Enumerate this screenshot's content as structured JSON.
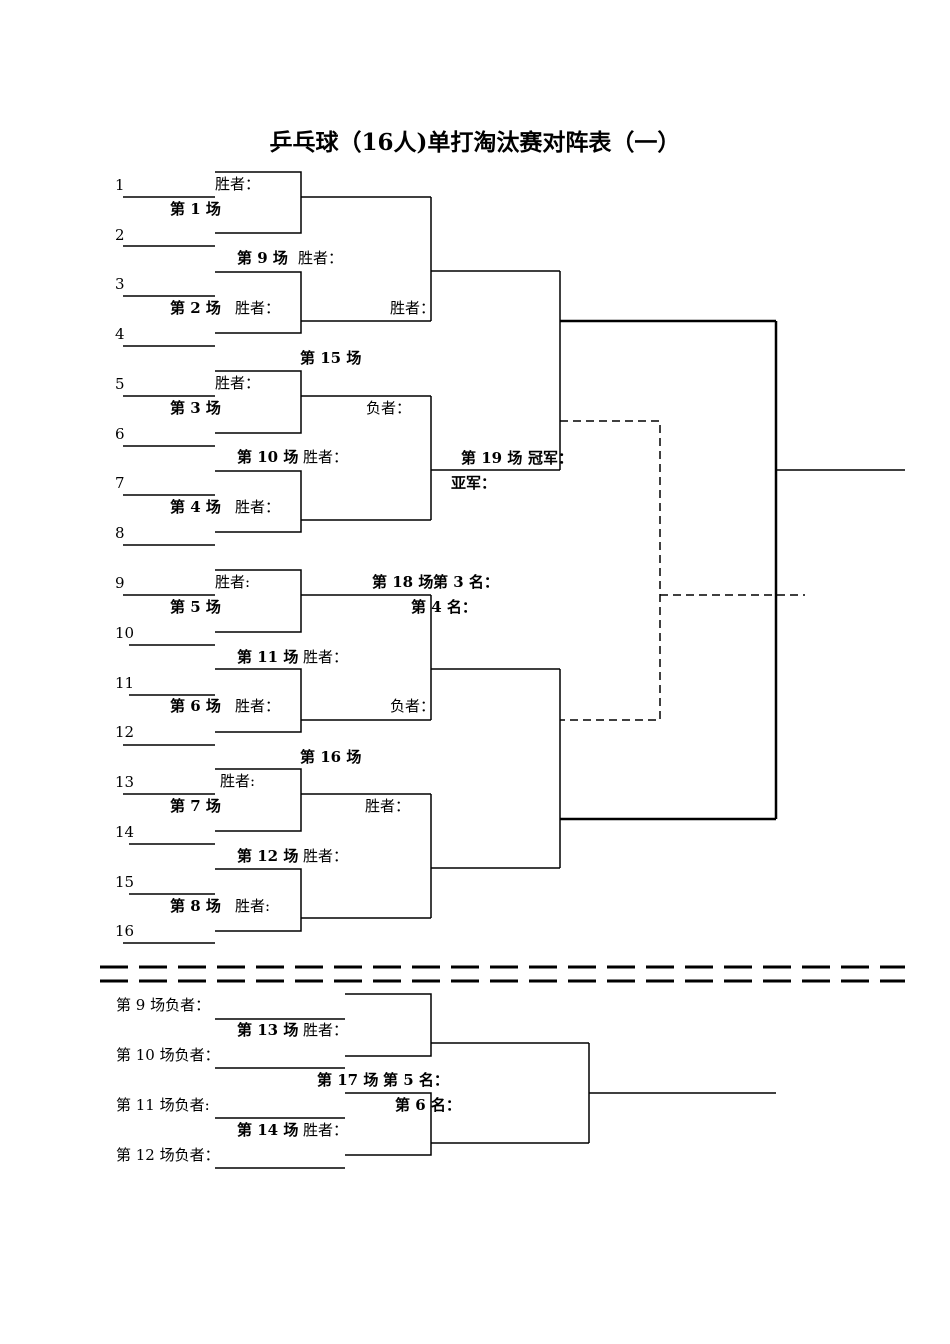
{
  "title": "乒乓球（16人)单打淘汰赛对阵表（一）",
  "players": [
    "1",
    "2",
    "3",
    "4",
    "5",
    "6",
    "7",
    "8",
    "9",
    "10",
    "11",
    "12",
    "13",
    "14",
    "15",
    "16"
  ],
  "matches": {
    "m1": "第 1 场",
    "m2": "第 2 场",
    "m3": "第 3 场",
    "m4": "第 4 场",
    "m5": "第 5 场",
    "m6": "第 6 场",
    "m7": "第 7 场",
    "m8": "第 8 场",
    "m9": "第 9 场",
    "m10": "第 10 场",
    "m11": "第 11 场",
    "m12": "第 12 场",
    "m13": "第 13 场",
    "m14": "第 14 场",
    "m15": "第 15 场",
    "m16": "第 16 场",
    "m17": "第 17 场",
    "m18": "第 18 场",
    "m19": "第 19 场"
  },
  "labels": {
    "winner": "胜者：",
    "winner_colon": "胜者:",
    "loser": "负者：",
    "champion": "冠军：",
    "runner_up": "亚军：",
    "third": "第 3 名：",
    "fourth": "第 4 名：",
    "fifth": "第 5 名：",
    "sixth": "第 6 名："
  },
  "consolation_entries": {
    "m9_loser": "第 9 场负者：",
    "m10_loser": "第 10 场负者：",
    "m11_loser": "第 11 场负者:",
    "m12_loser": "第 12 场负者："
  }
}
